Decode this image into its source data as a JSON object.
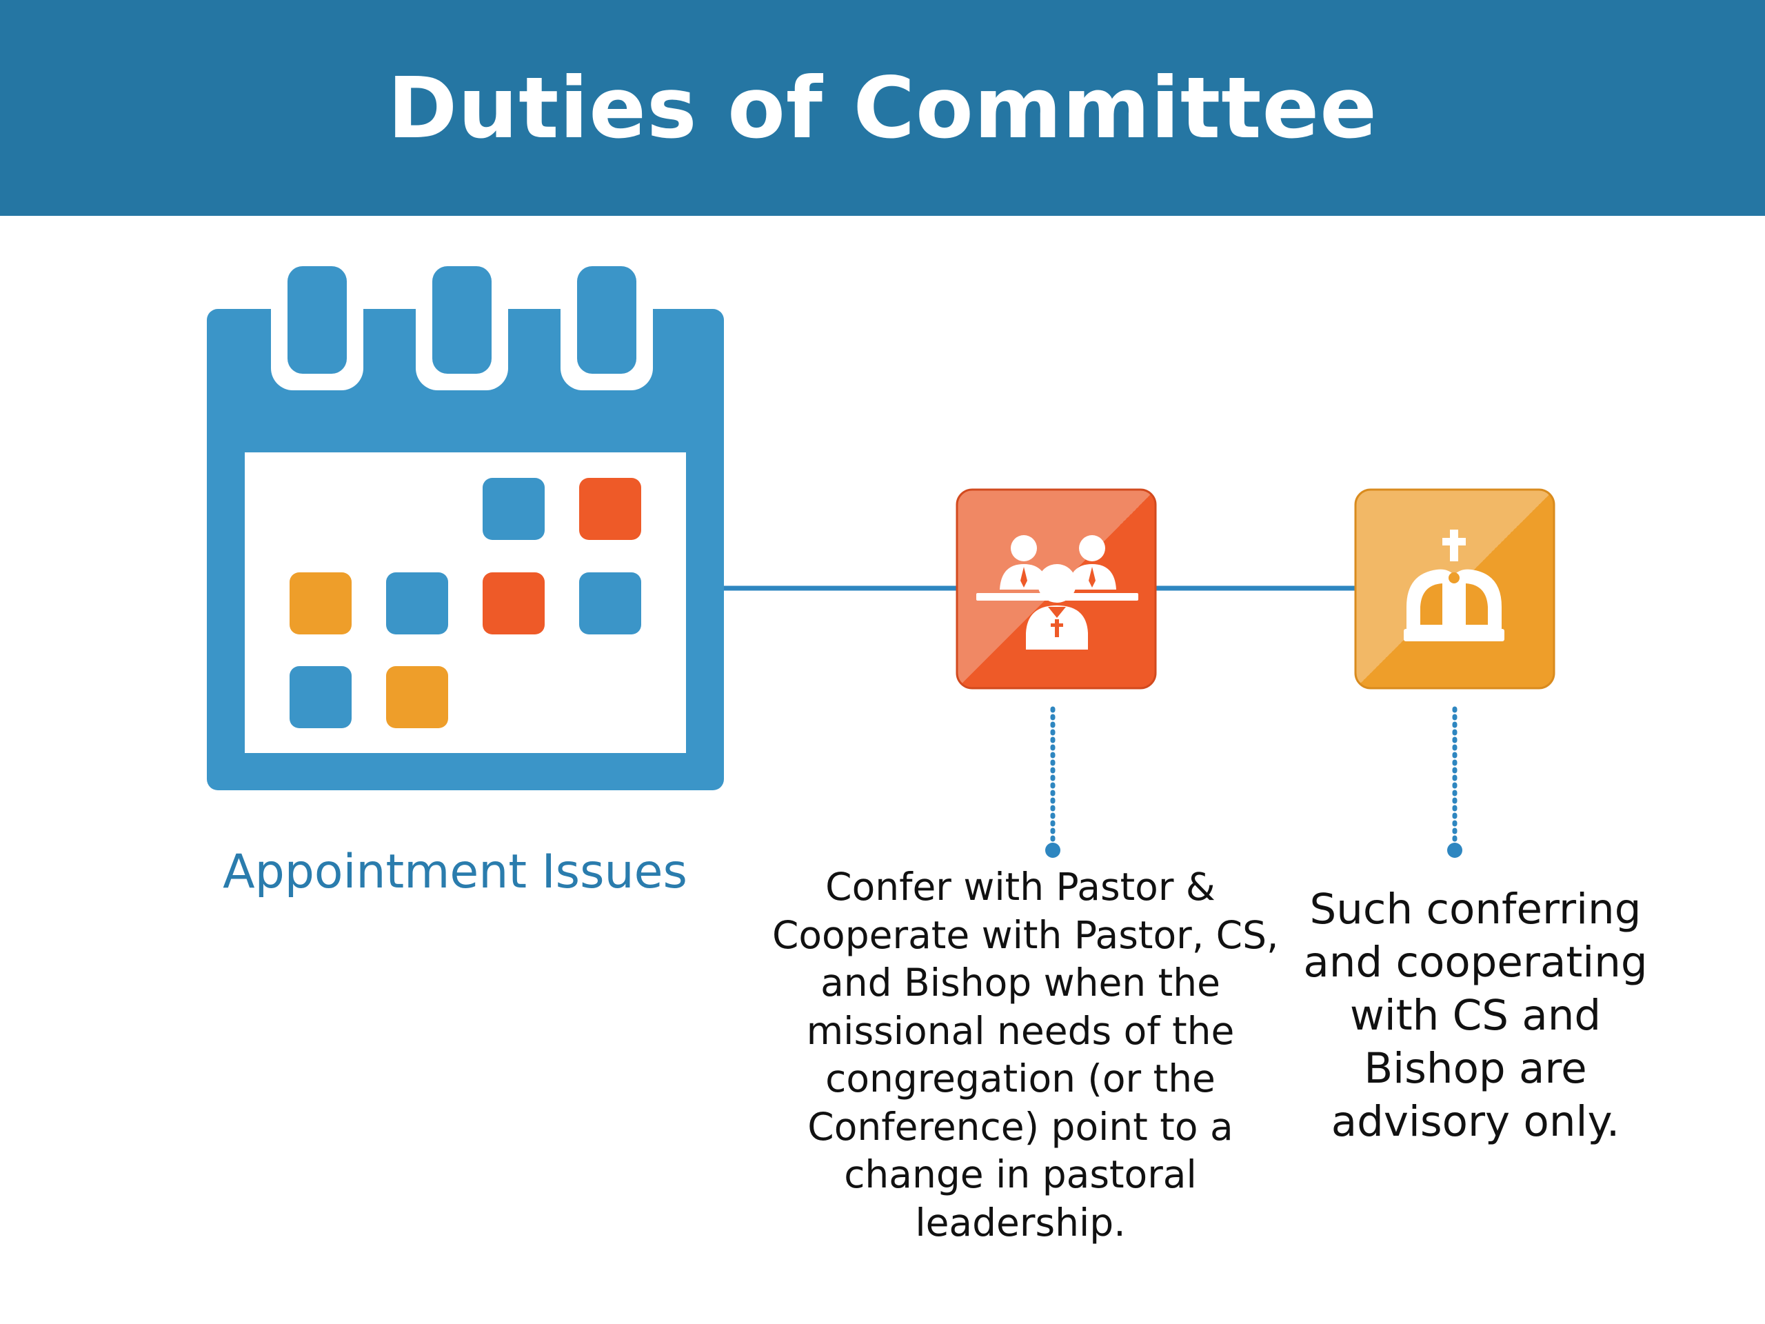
{
  "title": "Duties of Committee",
  "nodes": [
    {
      "id": "appointment",
      "label": "Appointment Issues",
      "icon": "calendar-icon"
    },
    {
      "id": "confer",
      "icon": "pastor-committee-icon",
      "lines": [
        "Confer with Pastor &",
        "Cooperate with Pastor, CS,",
        "and Bishop when the",
        "missional needs of the",
        "congregation (or the",
        "Conference) point to a",
        "change in pastoral",
        "leadership."
      ]
    },
    {
      "id": "advisory",
      "icon": "bishop-mitre-icon",
      "lines": [
        "Such conferring",
        "and cooperating",
        "with CS and",
        "Bishop are",
        "advisory only."
      ]
    }
  ],
  "colors": {
    "header": "#2576a3",
    "blue": "#3b95c8",
    "orange_red": "#ee5a28",
    "amber": "#ee9e2a",
    "connector": "#2e86c0"
  }
}
